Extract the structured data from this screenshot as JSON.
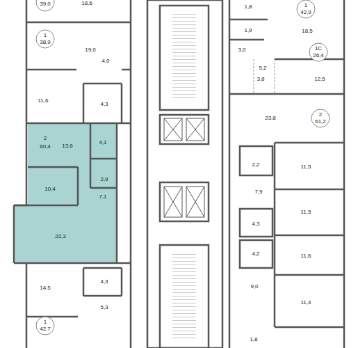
{
  "diagram": {
    "nodes": [
      {
        "text": [
          "2",
          "60,4",
          "13,6",
          "4,1",
          "2,9",
          "10,4",
          "7,1",
          "22,3"
        ]
      }
    ],
    "labels": [
      "39,0",
      "18,6",
      "1",
      "38,9",
      "19,0",
      "4,0",
      "11,6",
      "4,3",
      "14,5",
      "4,3",
      "5,3",
      "1",
      "42,7",
      "1,8",
      "1",
      "42,9",
      "18,5",
      "1,9",
      "3,0",
      "5,2",
      "1С",
      "26,4",
      "3,8",
      "12,5",
      "23,8",
      "2",
      "61,2",
      "2,2",
      "11,5",
      "7,9",
      "11,5",
      "4,3",
      "4,2",
      "11,6",
      "9,0",
      "11,4",
      "1,8"
    ]
  }
}
